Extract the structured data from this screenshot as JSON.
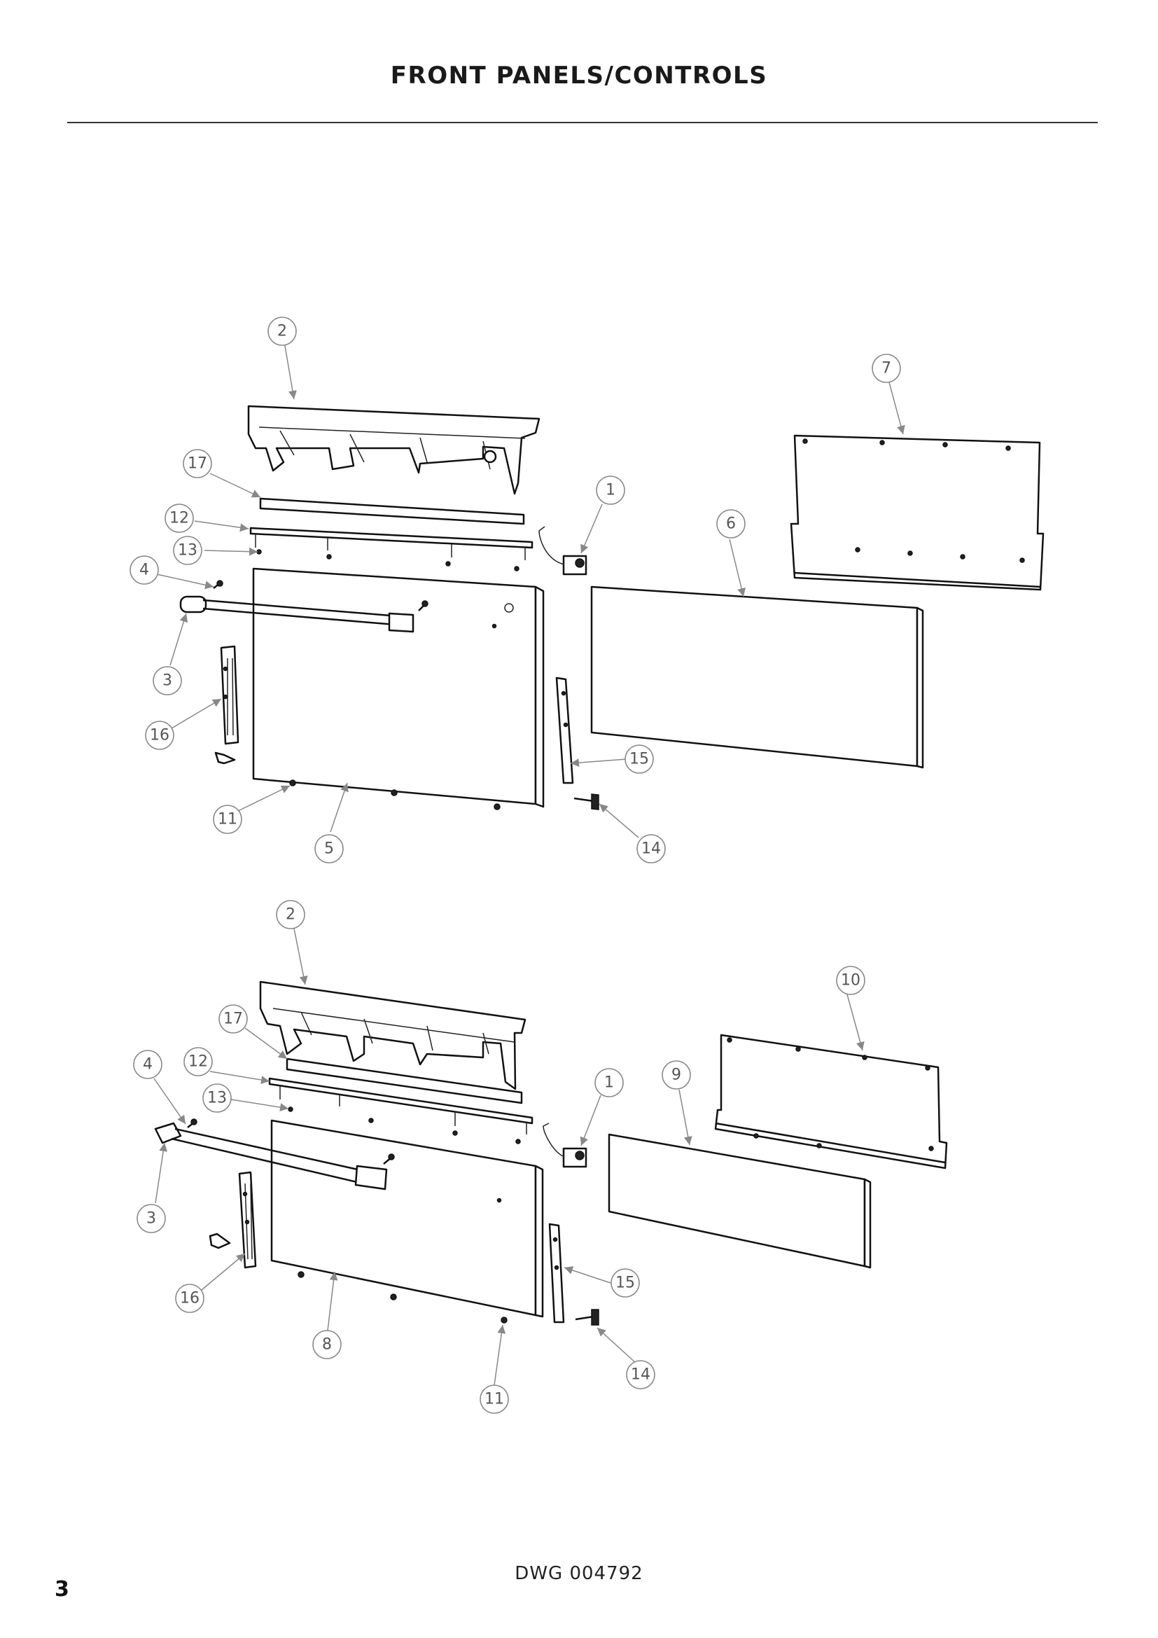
{
  "header": {
    "title": "FRONT PANELS/CONTROLS"
  },
  "footer": {
    "drawing_number": "DWG 004792",
    "page_number": "3"
  },
  "callouts": {
    "upper": [
      "2",
      "7",
      "17",
      "1",
      "12",
      "6",
      "13",
      "4",
      "3",
      "16",
      "15",
      "11",
      "5",
      "14"
    ],
    "lower": [
      "2",
      "10",
      "17",
      "4",
      "12",
      "1",
      "9",
      "13",
      "3",
      "15",
      "16",
      "8",
      "14",
      "11"
    ]
  },
  "colors": {
    "line": "#111111",
    "callout": "#888888",
    "background": "#ffffff"
  }
}
